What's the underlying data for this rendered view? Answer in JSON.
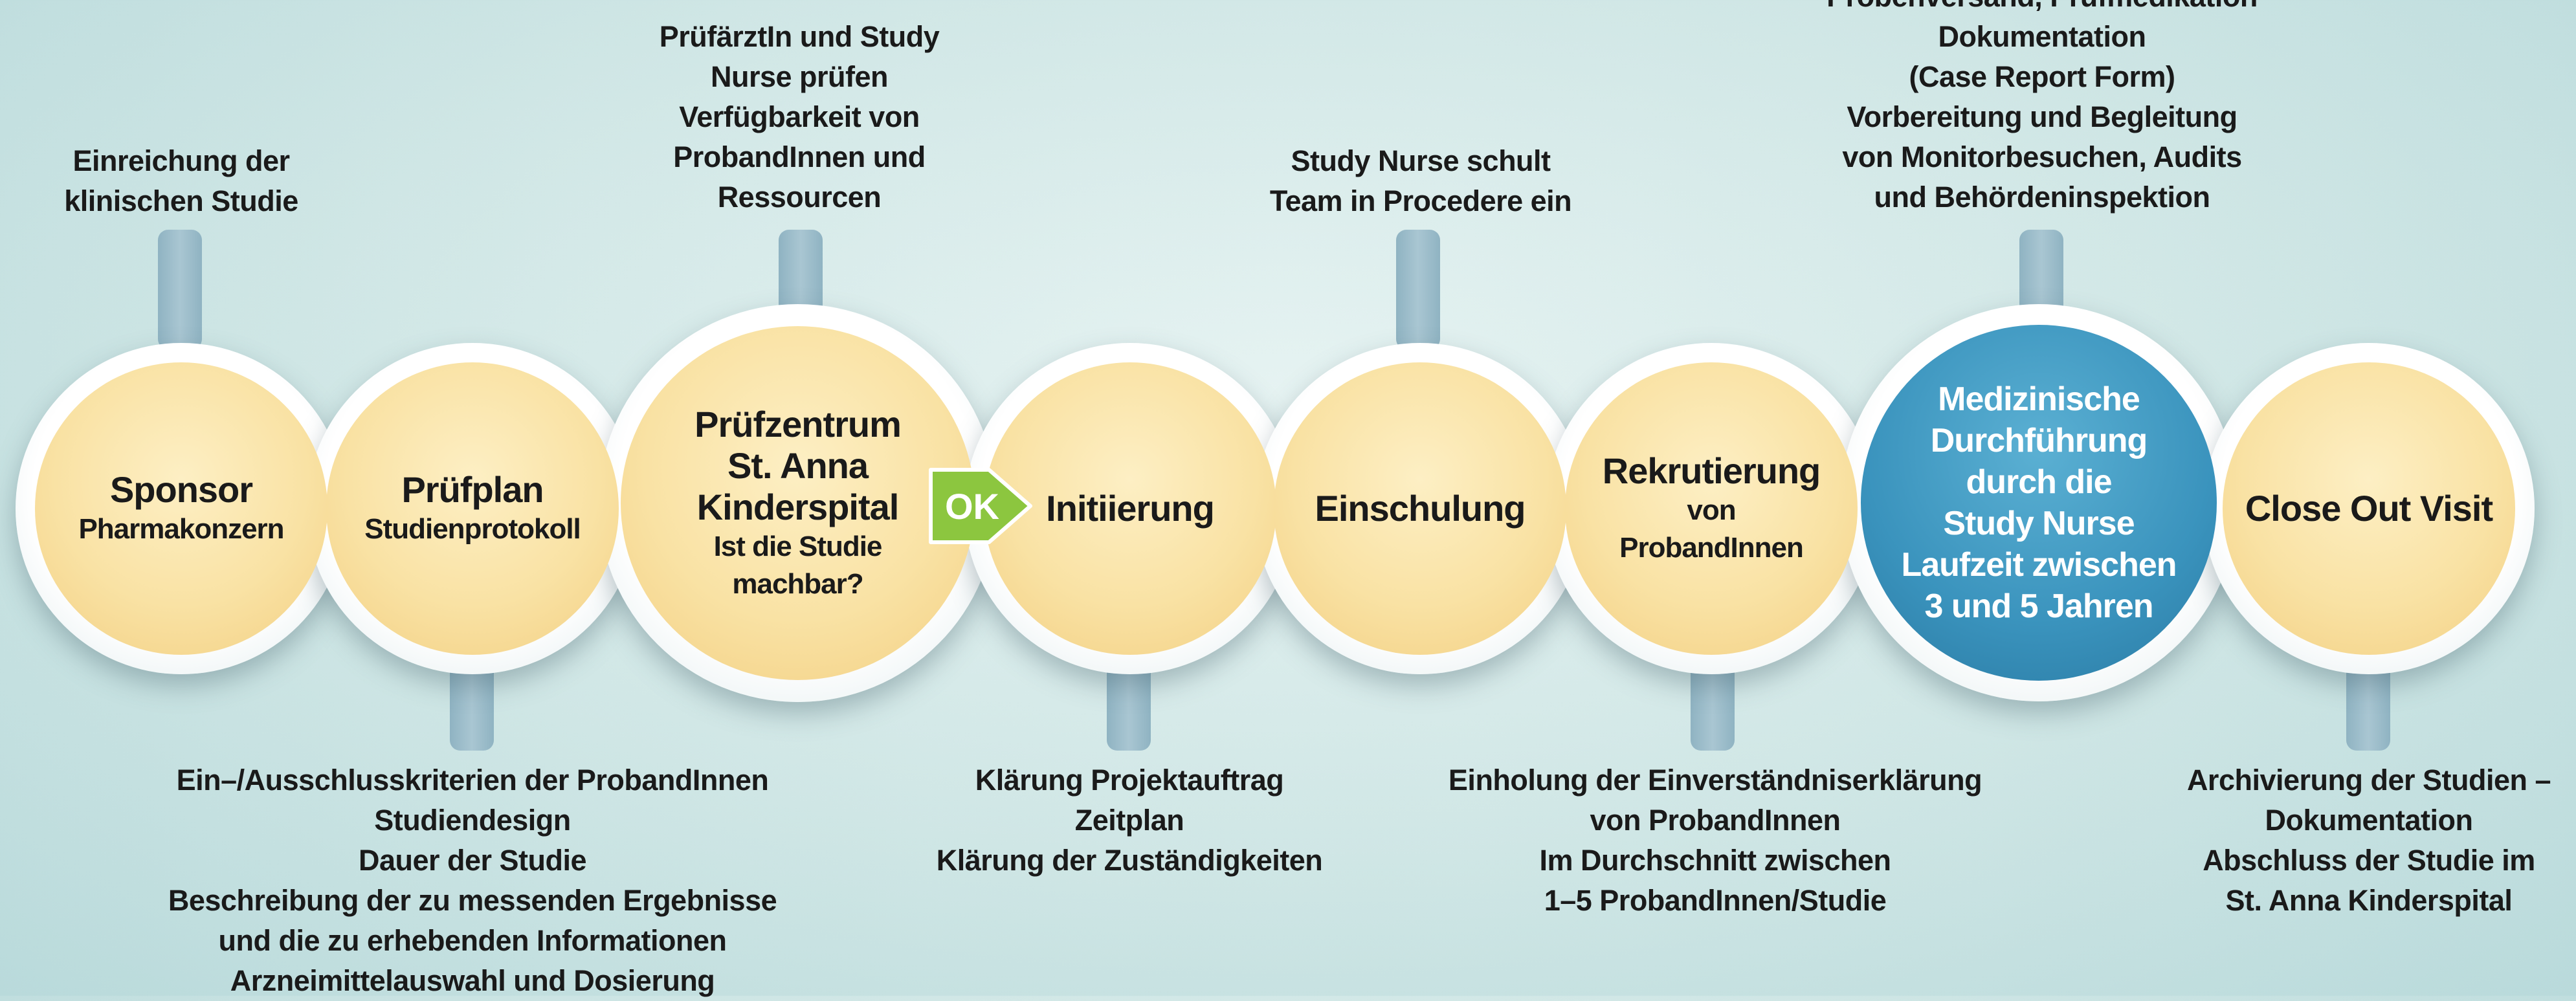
{
  "stations": [
    {
      "title": "Sponsor",
      "subtitle": "Pharmakonzern"
    },
    {
      "title": "Prüfplan",
      "subtitle": "Studienprotokoll"
    },
    {
      "title": "Prüfzentrum St. Anna Kinderspital",
      "subtitle": "Ist die Studie machbar?"
    },
    {
      "title": "Initiierung"
    },
    {
      "title": "Einschulung"
    },
    {
      "title": "Rekrutierung",
      "subtitle": "von ProbandInnen"
    },
    {
      "lines": [
        "Medizinische",
        "Durchführung",
        "durch die",
        "Study Nurse",
        "Laufzeit zwischen",
        "3 und 5 Jahren"
      ]
    },
    {
      "title": "Close Out Visit"
    }
  ],
  "ok_badge": "OK",
  "top_notes": [
    [
      "Einreichung der",
      "klinischen Studie"
    ],
    [
      "PrüfärztIn und Study",
      "Nurse prüfen",
      "Verfügbarkeit von",
      "ProbandInnen und",
      "Ressourcen"
    ],
    [
      "Study Nurse schult",
      "Team in Procedere ein"
    ],
    [
      "Probenversand, Prüfmedikation",
      "Dokumentation",
      "(Case Report Form)",
      "Vorbereitung und Begleitung",
      "von Monitorbesuchen, Audits",
      "und Behördeninspektion"
    ]
  ],
  "bottom_notes": [
    [
      "Ein–/Ausschlusskriterien der ProbandInnen",
      "Studiendesign",
      "Dauer der Studie",
      "Beschreibung der zu messenden Ergebnisse",
      "und die zu erhebenden Informationen",
      "Arzneimittelauswahl und Dosierung"
    ],
    [
      "Klärung Projektauftrag",
      "Zeitplan",
      "Klärung der Zuständigkeiten"
    ],
    [
      "Einholung der Einverständniserklärung",
      "von ProbandInnen",
      "Im Durchschnitt zwischen",
      "1–5 ProbandInnen/Studie"
    ],
    [
      "Archivierung der Studien –",
      "Dokumentation",
      "Abschluss der Studie im",
      "St. Anna Kinderspital"
    ]
  ],
  "colors": {
    "disc": "#f9e2a4",
    "highlight": "#3a93bd",
    "ok": "#8cc63f",
    "connector": "#a9c6d2"
  }
}
